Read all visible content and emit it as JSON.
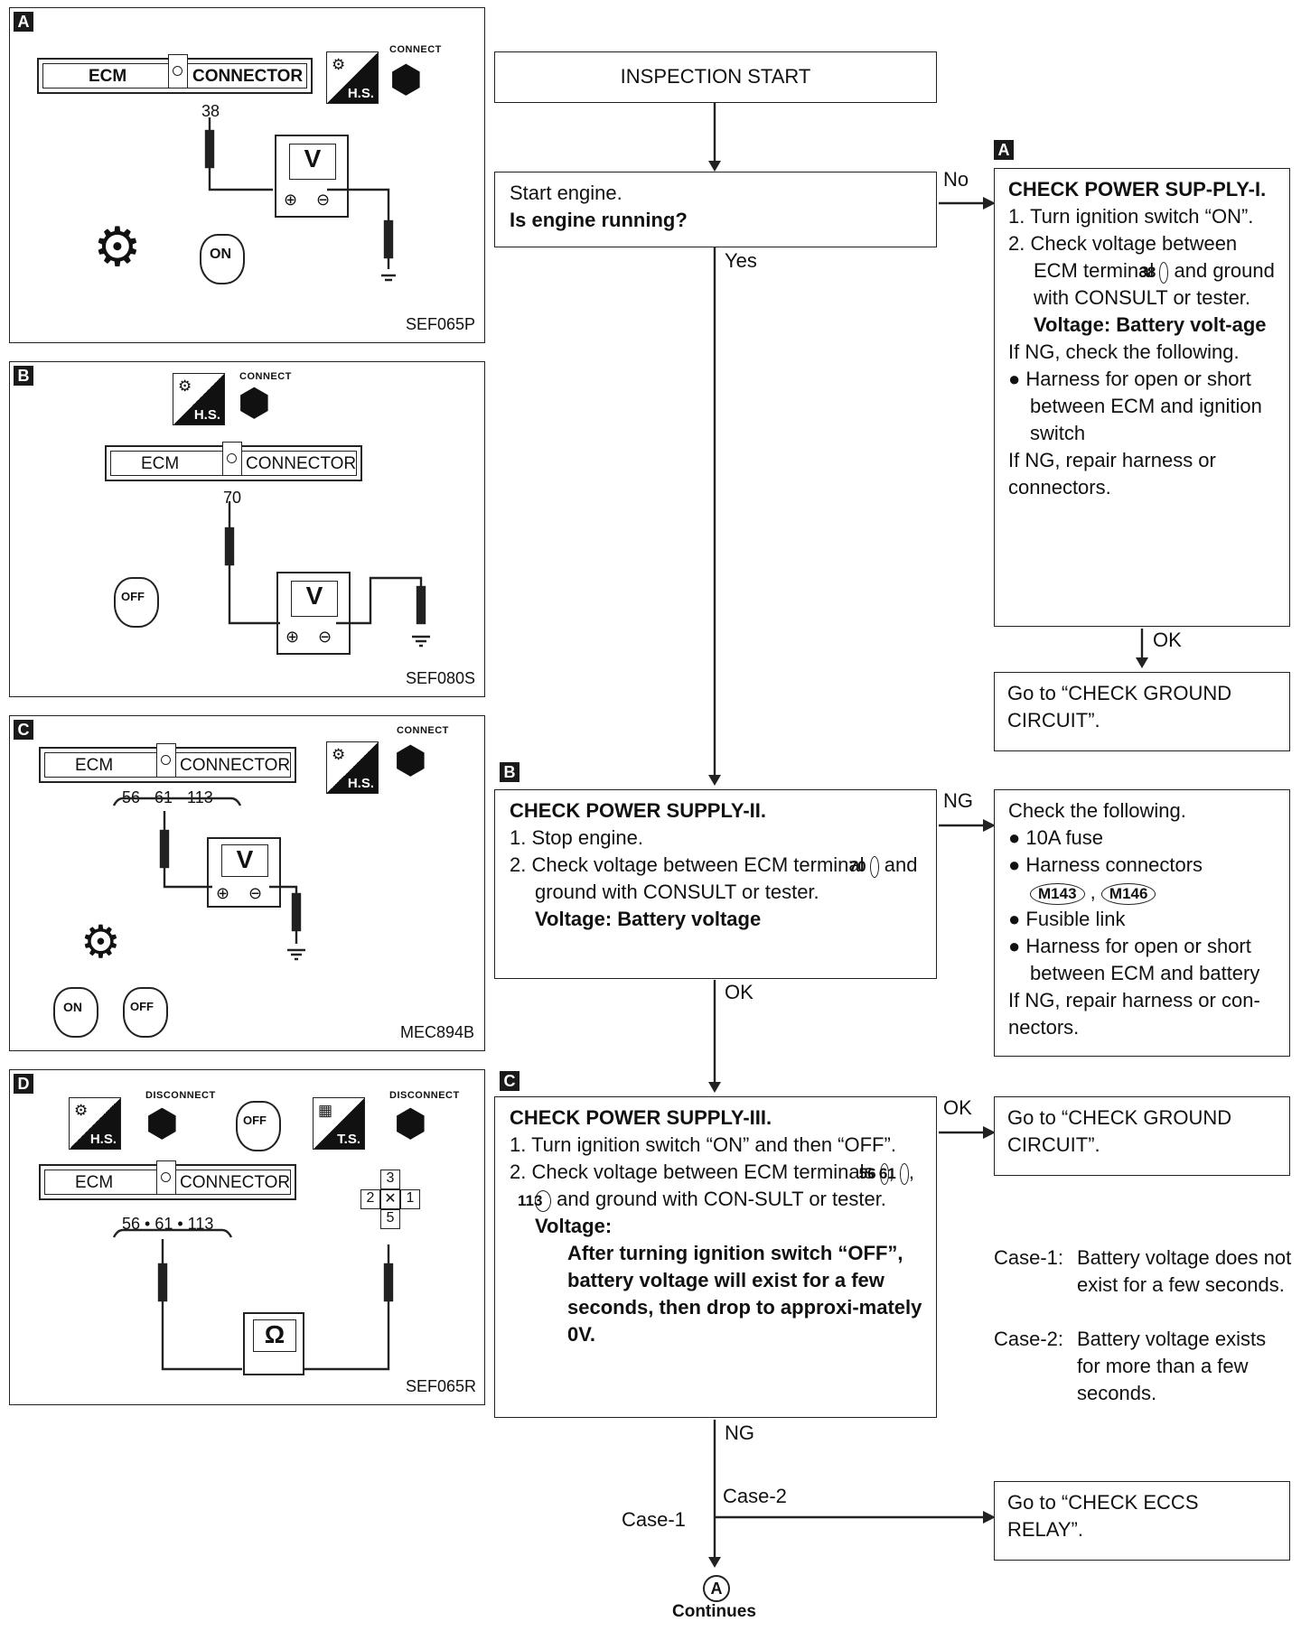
{
  "panels": {
    "a": {
      "tag": "A",
      "ecm": "ECM",
      "connector": "CONNECTOR",
      "connect": "CONNECT",
      "hs": "H.S.",
      "pin": "38",
      "meter": "V",
      "key": "ON",
      "code": "SEF065P"
    },
    "b": {
      "tag": "B",
      "ecm": "ECM",
      "connector": "CONNECTOR",
      "connect": "CONNECT",
      "hs": "H.S.",
      "pin": "70",
      "meter": "V",
      "key": "OFF",
      "code": "SEF080S"
    },
    "c": {
      "tag": "C",
      "ecm": "ECM",
      "connector": "CONNECTOR",
      "connect": "CONNECT",
      "hs": "H.S.",
      "pins": "56 · 61 · 113",
      "meter": "V",
      "key_on": "ON",
      "key_off": "OFF",
      "code": "MEC894B"
    },
    "d": {
      "tag": "D",
      "ecm": "ECM",
      "connector": "CONNECTOR",
      "disconnect_1": "DISCONNECT",
      "disconnect_2": "DISCONNECT",
      "hs": "H.S.",
      "ts": "T.S.",
      "pins": "56 • 61 • 113",
      "meter": "Ω",
      "key": "OFF",
      "relay_top": "3",
      "relay_left": "2",
      "relay_right": "1",
      "relay_bottom": "5",
      "code": "SEF065R"
    }
  },
  "flow": {
    "start": "INSPECTION START",
    "q1_line1": "Start engine.",
    "q1_line2": "Is engine running?",
    "no": "No",
    "yes": "Yes",
    "boxA": {
      "tag": "A",
      "title": "CHECK POWER SUP-PLY-I.",
      "step1": "1. Turn ignition switch “ON”.",
      "step2a": "2. Check voltage between ECM terminal",
      "step2_pin": "38",
      "step2b": "and ground with CONSULT or tester.",
      "voltage": "Voltage: Battery volt-age",
      "ng": "If NG, check the following.",
      "bullet": "Harness for open or short between ECM and ignition switch",
      "repair": "If NG, repair harness or connectors."
    },
    "ok_a": "OK",
    "ground1": "Go to “CHECK GROUND CIRCUIT”.",
    "boxB": {
      "tag": "B",
      "title": "CHECK POWER SUPPLY-II.",
      "step1": "1. Stop engine.",
      "step2a": "2. Check voltage between ECM terminal",
      "step2_pin": "70",
      "step2b": "and ground with CONSULT or tester.",
      "voltage": "Voltage: Battery voltage"
    },
    "ng_b": "NG",
    "checkB": {
      "title": "Check the following.",
      "item1": "10A fuse",
      "item2": "Harness connectors",
      "conn1": "M143",
      "sep": ",",
      "conn2": "M146",
      "item3": "Fusible link",
      "item4": "Harness for open or short between ECM and battery",
      "repair": "If NG, repair harness or con-nectors."
    },
    "ok_b": "OK",
    "boxC": {
      "tag": "C",
      "title": "CHECK POWER SUPPLY-III.",
      "step1": "1. Turn ignition switch “ON” and then “OFF”.",
      "step2a": "2. Check voltage between ECM terminals",
      "pin1": "56",
      "pin2": "61",
      "pin3": "113",
      "step2b": "and ground with CON-SULT or tester.",
      "voltage_label": "Voltage:",
      "voltage_text": "After turning ignition switch “OFF”, battery voltage will exist for a few seconds, then drop to approxi-mately 0V."
    },
    "ok_c": "OK",
    "ground2": "Go to “CHECK GROUND CIRCUIT”.",
    "case1_label": "Case-1:",
    "case1_text": "Battery voltage does not exist for a few seconds.",
    "case2_label": "Case-2:",
    "case2_text": "Battery voltage exists for more than a few seconds.",
    "ng_c": "NG",
    "case1": "Case-1",
    "case2": "Case-2",
    "eccs": "Go to “CHECK ECCS RELAY”.",
    "connector_a": "A",
    "continues": "Continues"
  }
}
